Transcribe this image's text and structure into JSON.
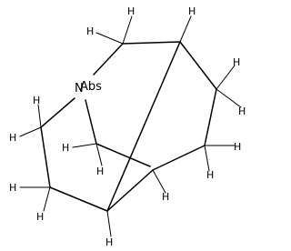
{
  "molecule": {
    "stereo_label": "Abs",
    "nitrogen_label": "N",
    "hydrogen_label": "H"
  }
}
